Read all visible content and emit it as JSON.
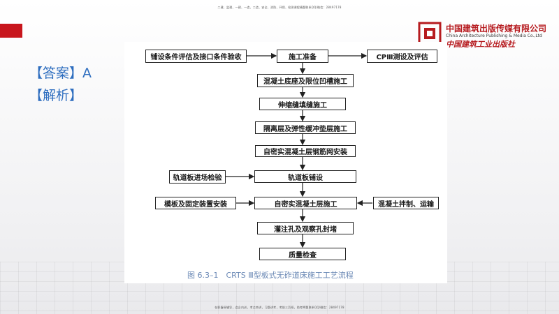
{
  "header": {
    "top_note": "二建、监理、一建、一造、二造、安全、消防、环保、检测课程精题联系QQ/微信：28497178",
    "bottom_note": "在职备授辅导，会企内训，考点串讲，习题讲考，考前三页纸，助考押题联系QQ/微信：28497178"
  },
  "publisher": {
    "name_cn": "中国建筑出版传媒有限公司",
    "name_en": "China Architecture Publishing & Media Co.,Ltd",
    "script": "中国建筑工业出版社"
  },
  "answer": {
    "label": "【答案】A"
  },
  "analysis": {
    "label": "【解析】"
  },
  "flowchart": {
    "main": [
      "施工准备",
      "混凝土底座及限位凹槽施工",
      "伸缩缝填缝施工",
      "隔离层及弹性缓冲垫层施工",
      "自密实混凝土层钢筋网安装",
      "轨道板铺设",
      "自密实混凝土层施工",
      "灌注孔及观察孔封堵",
      "质量检查"
    ],
    "left_top": "铺设条件评估及接口条件验收",
    "right_top": "CPⅢ测设及评估",
    "left_mid": "轨道板进场检验",
    "left_low": "模板及固定装置安装",
    "right_low": "混凝土拌制、运输",
    "caption": "图 6.3–1　CRTS Ⅲ型板式无砟道床施工工艺流程"
  },
  "colors": {
    "accent_red": "#c8161d",
    "answer_blue": "#2d6dbf",
    "caption_blue": "#6a88b5"
  }
}
